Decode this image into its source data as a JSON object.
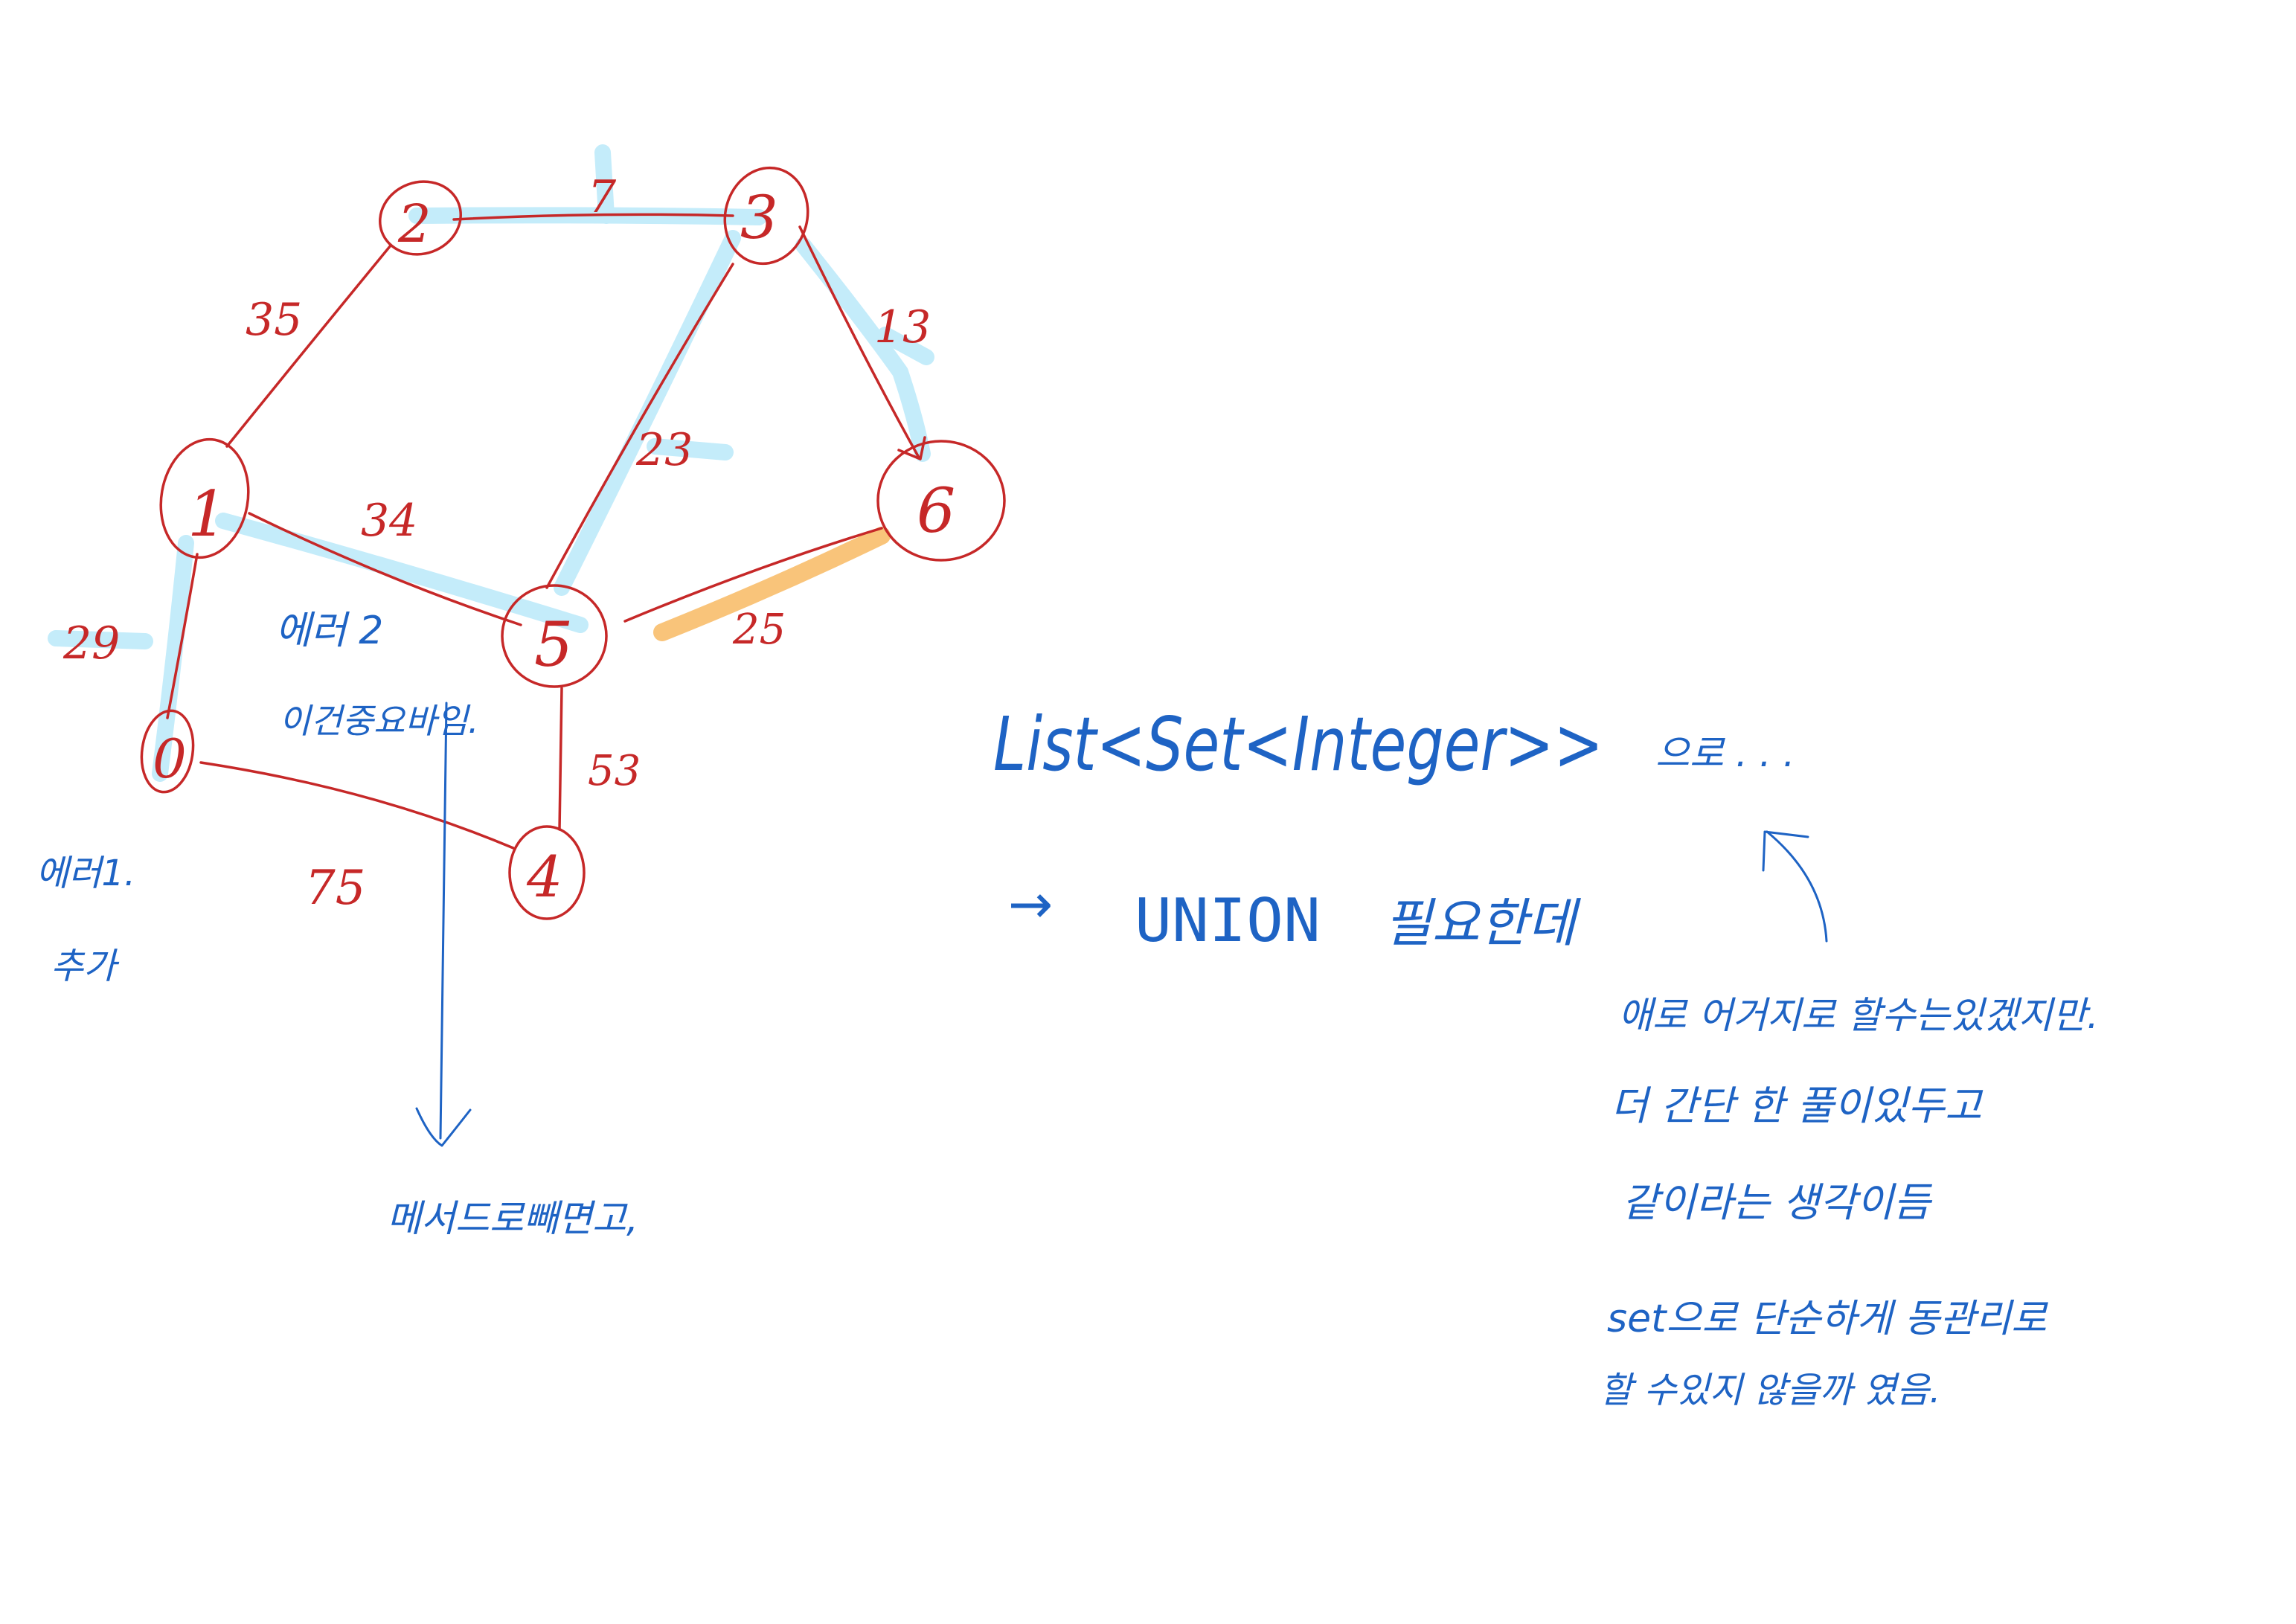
{
  "colors": {
    "node_ink": "#c62828",
    "note_ink": "#1e63c4",
    "mst_highlight": "#c4ecfa",
    "candidate_highlight": "#f9c47a"
  },
  "nodes": [
    {
      "id": "node-0",
      "label": "0"
    },
    {
      "id": "node-1",
      "label": "1"
    },
    {
      "id": "node-2",
      "label": "2"
    },
    {
      "id": "node-3",
      "label": "3"
    },
    {
      "id": "node-4",
      "label": "4"
    },
    {
      "id": "node-5",
      "label": "5"
    },
    {
      "id": "node-6",
      "label": "6"
    }
  ],
  "edges": [
    {
      "from": "2",
      "to": "3",
      "weight": "7"
    },
    {
      "from": "1",
      "to": "2",
      "weight": "35"
    },
    {
      "from": "3",
      "to": "6",
      "weight": "13"
    },
    {
      "from": "3",
      "to": "5",
      "weight": "23"
    },
    {
      "from": "1",
      "to": "5",
      "weight": "34"
    },
    {
      "from": "0",
      "to": "1",
      "weight": "29"
    },
    {
      "from": "5",
      "to": "6",
      "weight": "25"
    },
    {
      "from": "5",
      "to": "4",
      "weight": "53"
    },
    {
      "from": "0",
      "to": "4",
      "weight": "75"
    }
  ],
  "notes": {
    "group2_line1": "에러 2",
    "group2_line2": "이건중요바임.",
    "group1_line1": "에러1.",
    "group1_line2": "추가",
    "arrow_target": "메서드로빼면고,",
    "list_type": "List<Set<Integer>>",
    "list_suffix": "으로 . . .",
    "union_arrow": "→",
    "union_word": "UNION",
    "union_rest": "필요한데",
    "comment_line1": "애로 어거지로 할수는있겠지만.",
    "comment_line2": "더 간단 한 풀이있두고",
    "comment_line3": "같이라는 생각이듬",
    "comment_line4": "set으로 단순하게 동관리로",
    "comment_line5": "할 수있지 않을까 였음."
  }
}
